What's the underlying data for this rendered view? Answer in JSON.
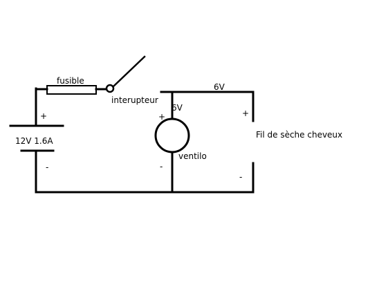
{
  "colors": {
    "wire": "#000000",
    "background": "#ffffff"
  },
  "labels": {
    "fuse": "fusible",
    "switch": "interupteur",
    "battery": "12V 1.6A",
    "fan": "ventilo",
    "top_voltage": "6V",
    "fan_voltage": "6V",
    "heater": "Fil de sèche cheveux"
  },
  "polarity": {
    "battery_plus": "+",
    "battery_minus": "-",
    "fan_plus": "+",
    "fan_minus": "-",
    "heater_plus": "+",
    "heater_minus": "-"
  }
}
